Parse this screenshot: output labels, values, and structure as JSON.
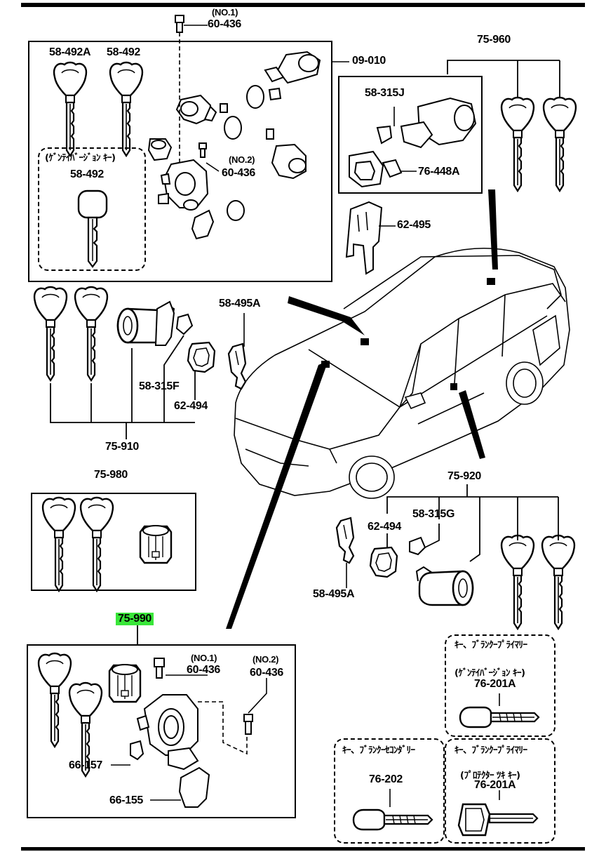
{
  "labels": {
    "no1_top": "(NO.1)",
    "p60_436_top": "60-436",
    "p58_492a": "58-492A",
    "p58_492_top": "58-492",
    "p09_010": "09-010",
    "genteiban_key": "(ｹﾞﾝﾃｲﾊﾞｰｼﾞｮﾝ ｷｰ)",
    "p58_492_mid": "58-492",
    "no2_mid": "(NO.2)",
    "p60_436_mid": "60-436",
    "p75_960": "75-960",
    "p58_315j": "58-315J",
    "p76_448a": "76-448A",
    "p62_495": "62-495",
    "p58_495a_top": "58-495A",
    "p58_315f": "58-315F",
    "p62_494_left": "62-494",
    "p75_910": "75-910",
    "p75_980": "75-980",
    "p75_920": "75-920",
    "p62_494_right": "62-494",
    "p58_315g": "58-315G",
    "p58_495a_bottom": "58-495A",
    "p75_990": "75-990",
    "no1_bottom": "(NO.1)",
    "p60_436_b1": "60-436",
    "no2_bottom": "(NO.2)",
    "p60_436_b2": "60-436",
    "p66_157": "66-157",
    "p66_155": "66-155",
    "key_blank_primary_1": "ｷｰ、ﾌﾞﾗﾝｸｰﾌﾟﾗｲﾏﾘｰ",
    "genteiban_key_2": "(ｹﾞﾝﾃｲﾊﾞｰｼﾞｮﾝ ｷｰ)",
    "p76_201a_top": "76-201A",
    "key_blank_secondary": "ｷｰ、ﾌﾞﾗﾝｸｰｾｺﾝﾀﾞﾘｰ",
    "key_blank_primary_2": "ｷｰ、ﾌﾞﾗﾝｸｰﾌﾟﾗｲﾏﾘｰ",
    "protector_key": "(ﾌﾟﾛﾃｸﾀｰ ﾂｷ ｷｰ)",
    "p76_202": "76-202",
    "p76_201a_bottom": "76-201A"
  },
  "highlight_color": "#39e639"
}
